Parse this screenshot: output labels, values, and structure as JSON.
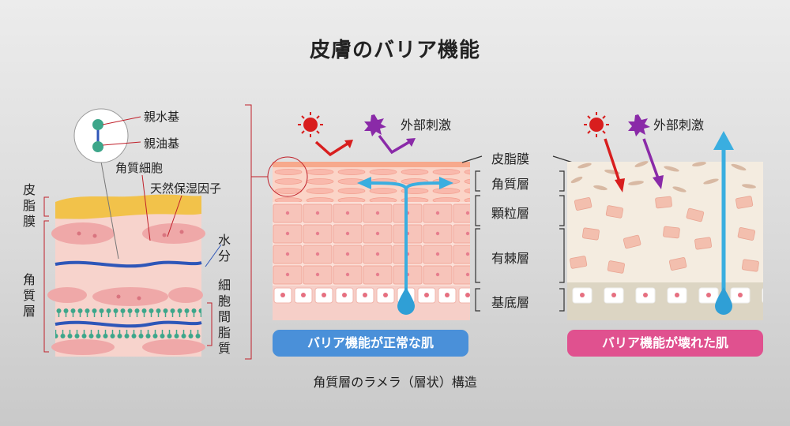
{
  "title": "皮膚のバリア機能",
  "left_panel": {
    "labels": {
      "hydrophilic": "親水基",
      "lipophilic": "親油基",
      "corneocyte": "角質細胞",
      "nmf": "天然保湿因子",
      "sebum_film": "皮脂膜",
      "stratum_corneum": "角質層",
      "water": "水分",
      "intercellular_lipid": "細胞間脂質"
    }
  },
  "normal_panel": {
    "external_stimulus": "外部刺激",
    "badge": "バリア機能が正常な肌",
    "badge_color": "#4a90d9"
  },
  "damaged_panel": {
    "external_stimulus": "外部刺激",
    "badge": "バリア機能が壊れた肌",
    "badge_color": "#e0518f"
  },
  "layers": {
    "sebum_film": "皮脂膜",
    "stratum_corneum": "角質層",
    "granular": "顆粒層",
    "spinous": "有棘層",
    "basal": "基底層"
  },
  "caption": "角質層のラメラ（層状）構造",
  "colors": {
    "lipid_green": "#3da68a",
    "lipid_blue": "#2e56b8",
    "sebum_yellow": "#f2c24a",
    "skin_pink": "#f4b7ae",
    "water_blue": "#3aaee0",
    "sun_red": "#d81e1e",
    "stimulus_purple": "#8a2aa8"
  }
}
